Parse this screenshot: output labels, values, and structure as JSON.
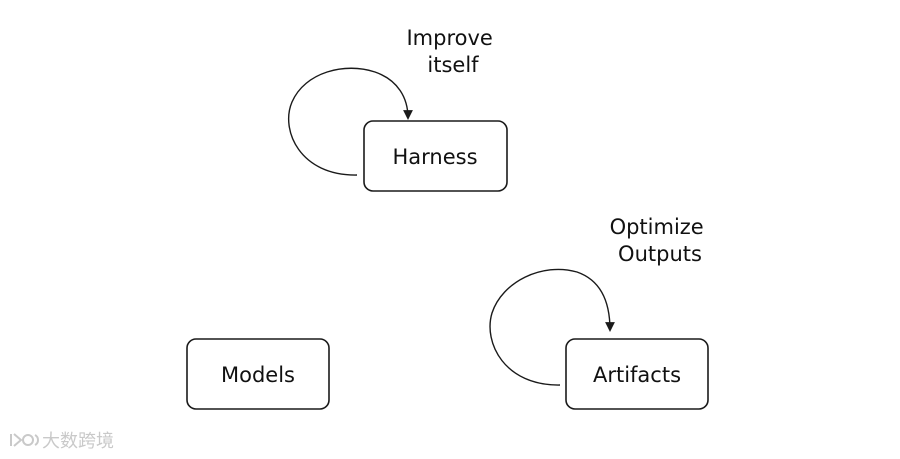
{
  "nodes": {
    "harness": "Harness",
    "models": "Models",
    "artifacts": "Artifacts"
  },
  "annotations": {
    "harness_loop": [
      "Improve",
      "itself"
    ],
    "artifacts_loop": [
      "Optimize",
      "Outputs"
    ]
  },
  "watermark": {
    "text": "大数跨境"
  },
  "colors": {
    "stroke": "#1a1a1a",
    "text": "#111111",
    "watermark": "#c9c9c9",
    "background": "#ffffff"
  }
}
